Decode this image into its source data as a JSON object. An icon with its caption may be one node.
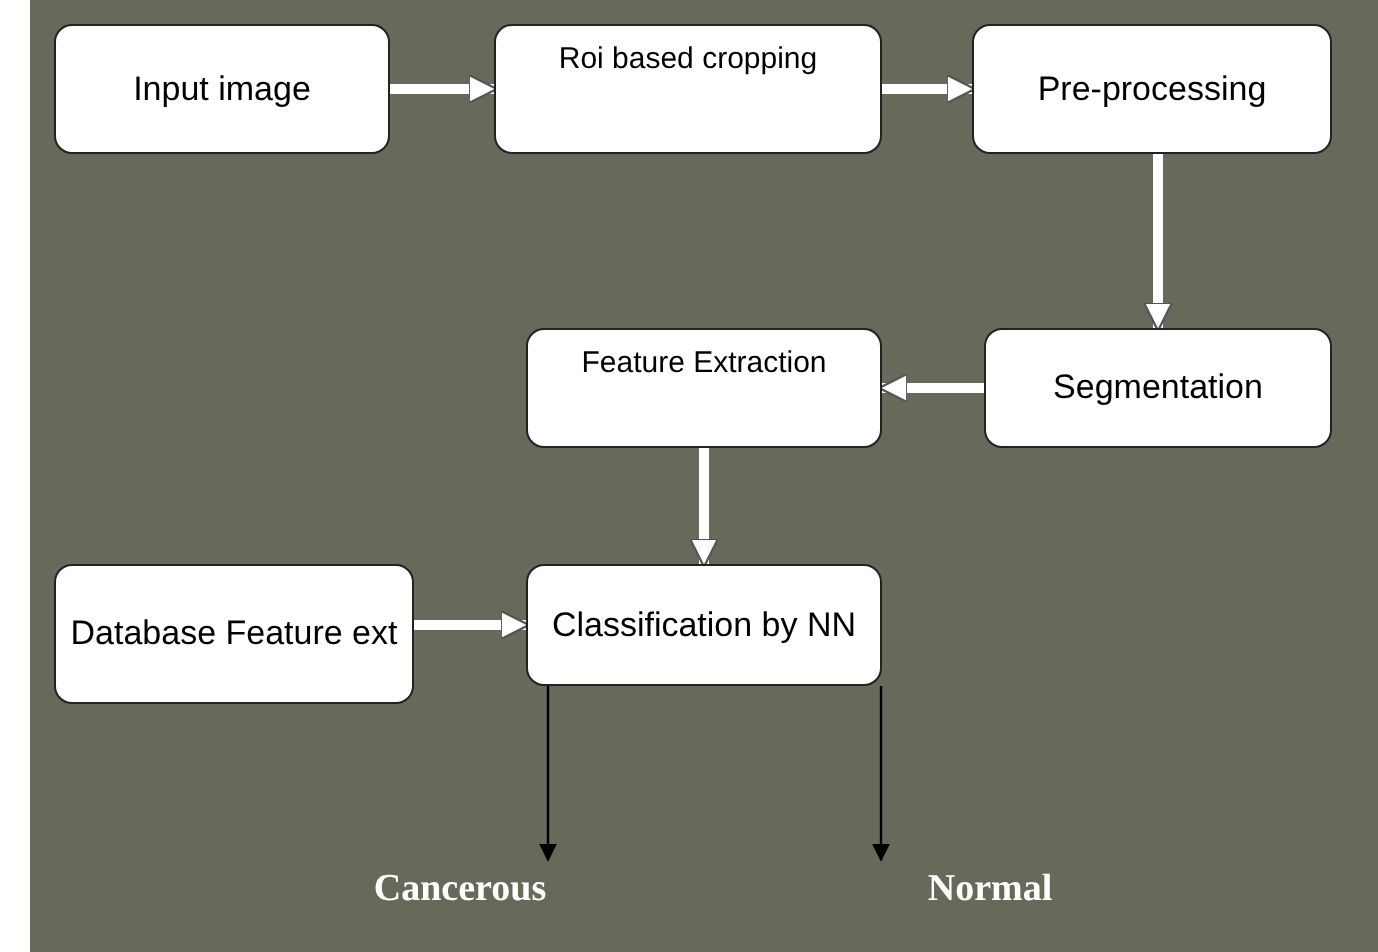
{
  "diagram": {
    "nodes": [
      {
        "text": [
          "Input image"
        ]
      },
      {
        "text": [
          "Roi based cropping"
        ]
      },
      {
        "text": [
          "Pre-processing"
        ]
      },
      {
        "text": [
          "Segmentation"
        ]
      },
      {
        "text": [
          "Feature Extraction"
        ]
      },
      {
        "text": [
          "Database Feature ext"
        ]
      },
      {
        "text": [
          "Classification by NN"
        ]
      },
      {
        "text": [
          "Cancerous"
        ]
      },
      {
        "text": [
          "Normal"
        ]
      }
    ],
    "edges": [
      {
        "from": 0,
        "to": 1,
        "arrow": "to"
      },
      {
        "from": 1,
        "to": 2,
        "arrow": "to"
      },
      {
        "from": 2,
        "to": 3,
        "arrow": "to"
      },
      {
        "from": 3,
        "to": 4,
        "arrow": "to"
      },
      {
        "from": 4,
        "to": 6,
        "arrow": "to"
      },
      {
        "from": 5,
        "to": 6,
        "arrow": "to"
      },
      {
        "from": 6,
        "to": 7,
        "arrow": "to",
        "color": "#000000"
      },
      {
        "from": 6,
        "to": 8,
        "arrow": "to",
        "color": "#000000"
      }
    ]
  }
}
